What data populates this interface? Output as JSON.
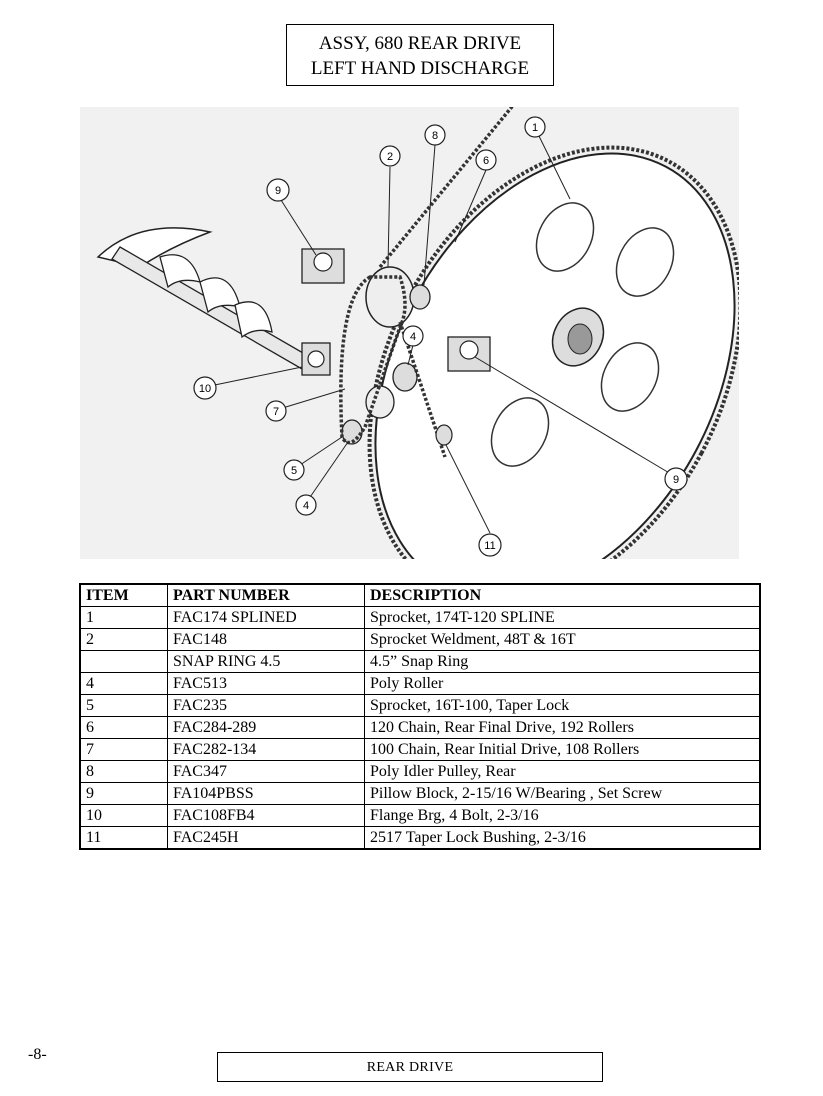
{
  "header": {
    "title_line1": "ASSY, 680 REAR DRIVE",
    "title_line2": "LEFT HAND DISCHARGE"
  },
  "diagram": {
    "callouts": [
      "1",
      "2",
      "8",
      "6",
      "9",
      "4",
      "10",
      "7",
      "5",
      "4",
      "9",
      "11"
    ]
  },
  "table": {
    "headers": [
      "ITEM",
      "PART NUMBER",
      "DESCRIPTION"
    ],
    "rows": [
      {
        "item": "1",
        "part": "FAC174 SPLINED",
        "desc": "Sprocket, 174T-120 SPLINE"
      },
      {
        "item": "2",
        "part": "FAC148",
        "desc": "Sprocket Weldment, 48T & 16T"
      },
      {
        "item": "",
        "part": "SNAP RING 4.5",
        "desc": "4.5” Snap Ring"
      },
      {
        "item": "4",
        "part": "FAC513",
        "desc": "Poly Roller"
      },
      {
        "item": "5",
        "part": "FAC235",
        "desc": "Sprocket, 16T-100, Taper Lock"
      },
      {
        "item": "6",
        "part": "FAC284-289",
        "desc": "120 Chain, Rear Final Drive, 192 Rollers"
      },
      {
        "item": "7",
        "part": "FAC282-134",
        "desc": "100 Chain, Rear Initial Drive, 108 Rollers"
      },
      {
        "item": "8",
        "part": "FAC347",
        "desc": "Poly Idler Pulley, Rear"
      },
      {
        "item": "9",
        "part": "FA104PBSS",
        "desc": "Pillow Block, 2-15/16 W/Bearing , Set Screw"
      },
      {
        "item": "10",
        "part": "FAC108FB4",
        "desc": "Flange Brg, 4 Bolt, 2-3/16"
      },
      {
        "item": "11",
        "part": "FAC245H",
        "desc": "2517 Taper Lock Bushing, 2-3/16"
      }
    ]
  },
  "footer": {
    "page_number": "-8-",
    "section": "REAR DRIVE"
  }
}
